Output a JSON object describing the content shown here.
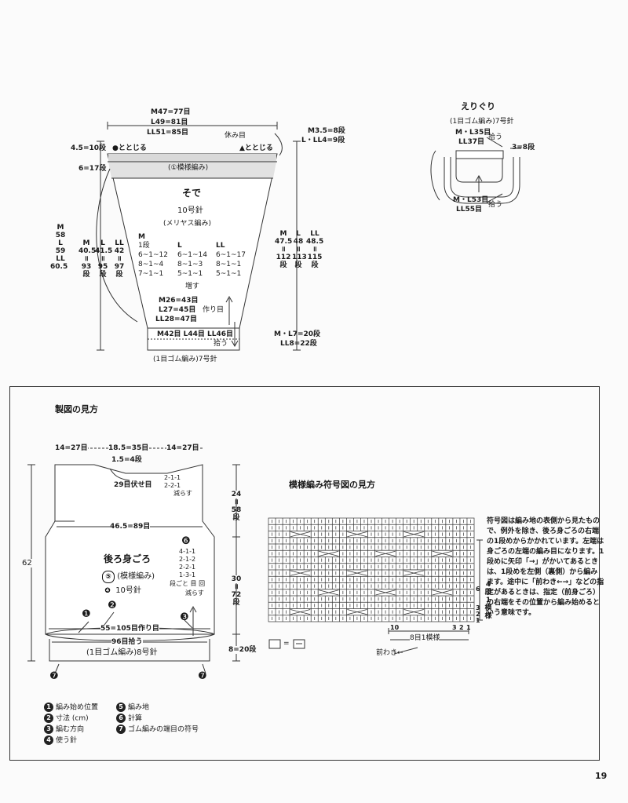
{
  "sleeve": {
    "top_m": "M47=77目",
    "top_l": "L49=81目",
    "top_ll": "LL51=85目",
    "rest": "休み目",
    "left_pick": "4.5=10段",
    "join_left": "●ととじる",
    "join_right": "▲ととじる",
    "right_m": "M3.5=8段",
    "right_l": "L・LL4=9段",
    "left_6": "6=17段",
    "pattern_band": "(①模様編み)",
    "title": "そで",
    "needle": "10号針",
    "stitch": "(メリヤス編み)",
    "len_left_m": "M",
    "len_left_58": "58",
    "len_left_l": "L",
    "len_left_59": "59",
    "len_left_ll": "LL",
    "len_left_605": "60.5",
    "size_m": "M",
    "size_l": "L",
    "size_ll": "LL",
    "col_m_hdr": "M",
    "col_m_val": "40.5",
    "col_m_eq": "॥",
    "col_m_rows": "93",
    "col_m_dan": "段",
    "col_l_hdr": "L",
    "col_l_val": "41.5",
    "col_l_eq": "॥",
    "col_l_rows": "95",
    "col_l_dan": "段",
    "col_ll_hdr": "LL",
    "col_ll_val": "42",
    "col_ll_eq": "॥",
    "col_ll_rows": "97",
    "col_ll_dan": "段",
    "inc_m_1": "1段",
    "inc_m_2": "6~1~12",
    "inc_m_3": "8~1~4",
    "inc_m_4": "7~1~1",
    "inc_l_2": "6~1~14",
    "inc_l_3": "8~1~3",
    "inc_l_4": "5~1~1",
    "inc_ll_2": "6~1~17",
    "inc_ll_3": "8~1~1",
    "inc_ll_4": "5~1~1",
    "increase": "増す",
    "rcol_m_hdr": "M",
    "rcol_m_val": "47.5",
    "rcol_m_eq": "॥",
    "rcol_m_rows": "112",
    "rcol_m_dan": "段",
    "rcol_l_hdr": "L",
    "rcol_l_val": "48",
    "rcol_l_eq": "॥",
    "rcol_l_rows": "113",
    "rcol_l_dan": "段",
    "rcol_ll_hdr": "LL",
    "rcol_ll_val": "48.5",
    "rcol_ll_eq": "॥",
    "rcol_ll_rows": "115",
    "rcol_ll_dan": "段",
    "cuff_m": "M26=43目",
    "cuff_l": "L27=45目",
    "cuff_ll": "LL28=47目",
    "make": "作り目",
    "bottom": "M42目 L44目 LL46目",
    "pick": "拾う",
    "rib_right_ml": "M・L7=20段",
    "rib_right_ll": "LL8=22段",
    "rib_label": "(1目ゴム編み)7号針"
  },
  "neckband": {
    "title": "えりぐり",
    "subtitle": "(1目ゴム編み)7号針",
    "top_ml": "M・L35目",
    "top_ll": "LL37目",
    "pick_top": "拾う",
    "side": "3=8段",
    "bottom_ml": "M・L53目",
    "bottom_ll": "LL55目",
    "pick_bottom": "拾う"
  },
  "guide": {
    "heading": "製図の見方",
    "w_left": "14=27目",
    "w_mid": "18.5=35目",
    "w_right": "14=27目",
    "neck_depth": "1.5=4段",
    "bind_off": "29目伏せ目",
    "dec_1": "2-1-1",
    "dec_2": "2-2-1",
    "dec_3": "減らす",
    "width": "46.5=89目",
    "body_title": "後ろ身ごろ",
    "body_stitch": "(模様編み)",
    "body_needle": "10号針",
    "arm_1": "4-1-1",
    "arm_2": "2-1-2",
    "arm_3": "2-2-1",
    "arm_4": "1-3-1",
    "arm_5": "段ごと 目 回",
    "arm_6": "減らす",
    "cast_on": "55=105目作り目",
    "pickup": "96目拾う",
    "rib": "(1目ゴム編み)8号針",
    "total_h": "62",
    "upper_h": "24",
    "upper_eq": "॥",
    "upper_rows": "58",
    "upper_dan": "段",
    "mid_h": "30",
    "mid_eq": "॥",
    "mid_rows": "72",
    "mid_dan": "段",
    "rib_h": "8=20段",
    "mark_5": "⑤",
    "mark_6": "❻",
    "mark_4": "❹",
    "mark_1": "❶",
    "mark_2": "❷",
    "mark_3": "❸",
    "mark_7l": "❼",
    "mark_7r": "❼"
  },
  "legend": {
    "n1": "1",
    "l1": "編み始め位置",
    "n2": "2",
    "l2": "寸法 (cm)",
    "n3": "3",
    "l3": "編む方向",
    "n4": "4",
    "l4": "使う針",
    "n5": "5",
    "l5": "編み地",
    "n6": "6",
    "l6": "計算",
    "n7": "7",
    "l7": "ゴム編みの端目の符号"
  },
  "chart_guide": {
    "heading": "模様編み符号図の見方",
    "col_10": "10",
    "col_3": "3",
    "col_2": "2",
    "col_1": "1",
    "row_6": "6",
    "row_3": "3",
    "row_2": "2",
    "row_1": "1",
    "repeat_v_1": "4",
    "repeat_v_2": "段",
    "repeat_v_3": "1",
    "repeat_v_4": "模",
    "repeat_v_5": "様",
    "repeat_h": "8目1模様",
    "front": "前わき←",
    "key_eq": "=",
    "note": "符号図は編み地の表側から見たもので、例外を除き、後ろ身ごろの右端の1段めからかかれています。左端は身ごろの左端の編み目になります。1段めに矢印「→」がかいてあるときは、1段めを左側（裏側）から編みます。途中に「前わき←→」などの指定があるときは、指定（前身ごろ）の右端をその位置から編み始めるという意味です。"
  },
  "page_number": "19"
}
